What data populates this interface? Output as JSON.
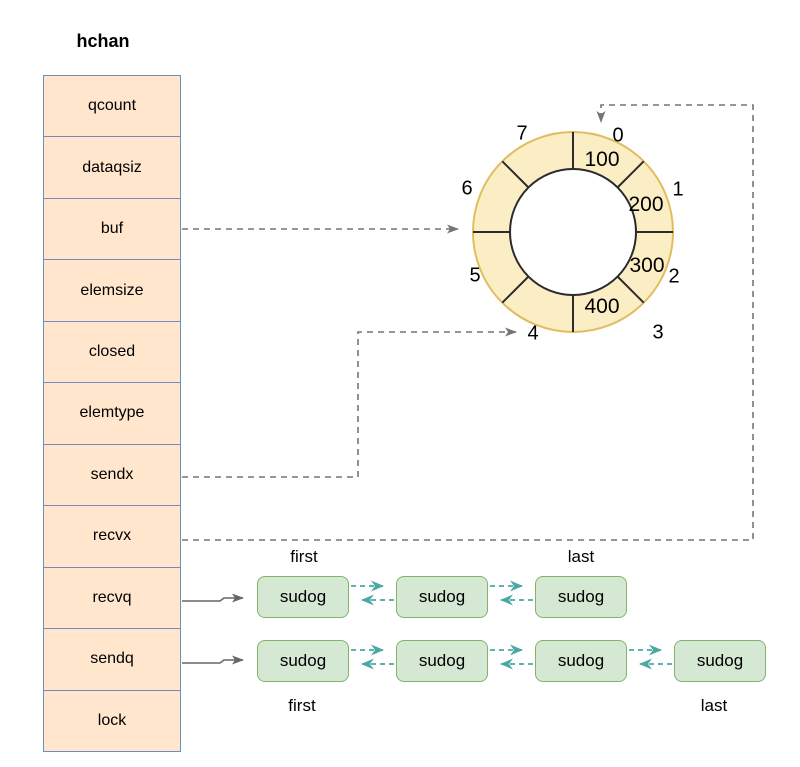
{
  "title": "hchan",
  "struct": {
    "fields": [
      "qcount",
      "dataqsiz",
      "buf",
      "elemsize",
      "closed",
      "elemtype",
      "sendx",
      "recvx",
      "recvq",
      "sendq",
      "lock"
    ]
  },
  "ring_buffer": {
    "slot_labels": [
      "0",
      "1",
      "2",
      "3",
      "4",
      "5",
      "6",
      "7"
    ],
    "values": [
      "100",
      "200",
      "300",
      "400"
    ]
  },
  "recvq_list": {
    "first_label": "first",
    "last_label": "last",
    "nodes": [
      "sudog",
      "sudog",
      "sudog"
    ]
  },
  "sendq_list": {
    "first_label": "first",
    "last_label": "last",
    "nodes": [
      "sudog",
      "sudog",
      "sudog",
      "sudog"
    ]
  },
  "colors": {
    "struct_fill": "#FFE6CC",
    "struct_border": "#6C8EBF",
    "ring_fill": "#FBEDC4",
    "ring_outer_border": "#E0BE5E",
    "ring_divider": "#2B2B2B",
    "node_fill": "#D5E8D4",
    "node_border": "#82B366",
    "link_arrow": "#4BA8A2",
    "pointer_dashed": "#757575",
    "pointer_solid": "#666666"
  }
}
